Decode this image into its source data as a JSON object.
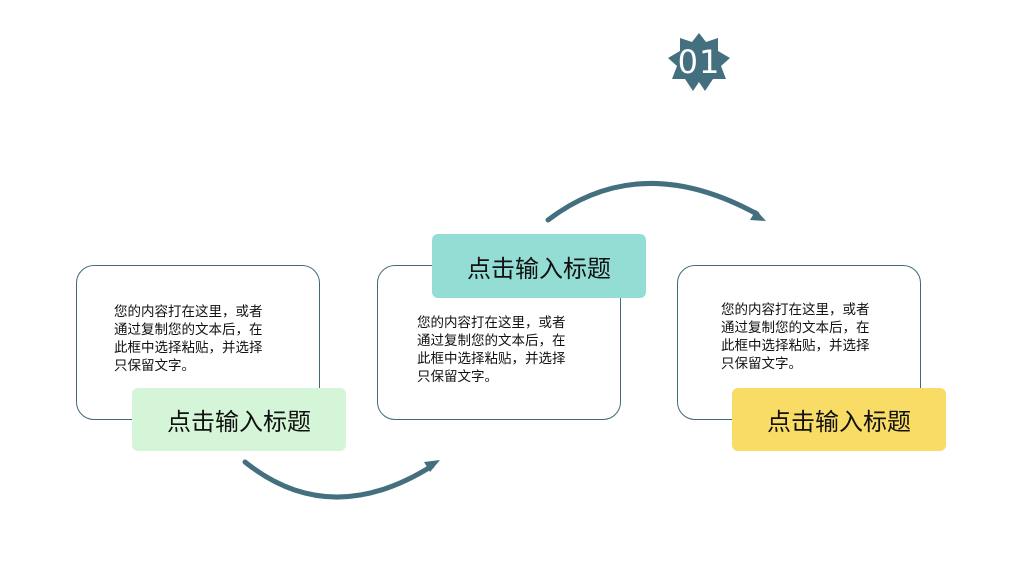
{
  "badge": {
    "number": "01",
    "color": "#436f7e"
  },
  "steps": [
    {
      "title": "点击输入标题",
      "body": "您的内容打在这里，或者\n通过复制您的文本后，在\n此框中选择粘贴，并选择\n只保留文字。",
      "tag_color": "#d5f5d8"
    },
    {
      "title": "点击输入标题",
      "body": "您的内容打在这里，或者\n通过复制您的文本后，在\n此框中选择粘贴，并选择\n只保留文字。",
      "tag_color": "#93ddd4"
    },
    {
      "title": "点击输入标题",
      "body": "您的内容打在这里，或者\n通过复制您的文本后，在\n此框中选择粘贴，并选择\n只保留文字。",
      "tag_color": "#f8dc66"
    }
  ],
  "colors": {
    "card_border": "#3f6b77",
    "arrow": "#436f7e"
  }
}
